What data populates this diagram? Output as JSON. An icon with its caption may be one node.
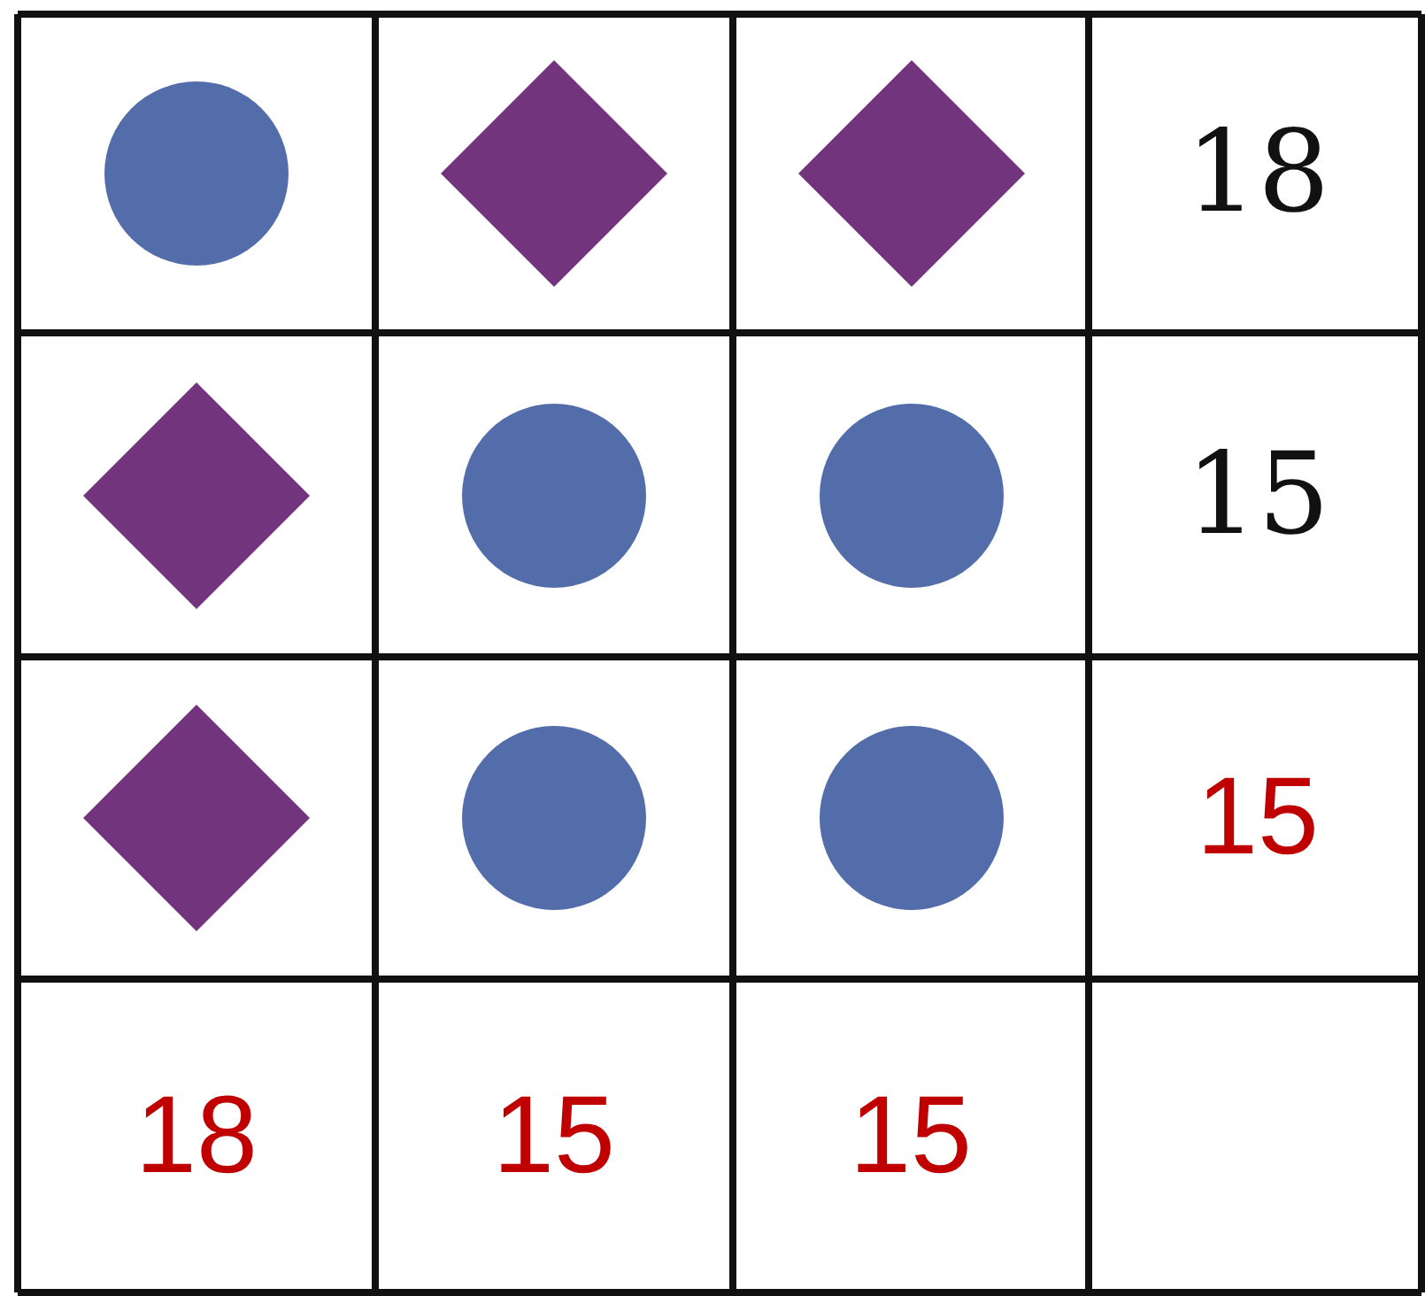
{
  "diagram": {
    "nodes": [
      {
        "text": [],
        "shape": "circle"
      },
      {
        "text": [],
        "shape": "diamond"
      },
      {
        "text": [],
        "shape": "diamond"
      },
      {
        "text": [],
        "shape": "diamond"
      },
      {
        "text": [],
        "shape": "circle"
      },
      {
        "text": [],
        "shape": "circle"
      },
      {
        "text": [],
        "shape": "diamond"
      },
      {
        "text": [],
        "shape": "circle"
      },
      {
        "text": [],
        "shape": "circle"
      }
    ],
    "edges": [],
    "labels": [
      "18",
      "15",
      "15",
      "18",
      "15",
      "15"
    ]
  }
}
